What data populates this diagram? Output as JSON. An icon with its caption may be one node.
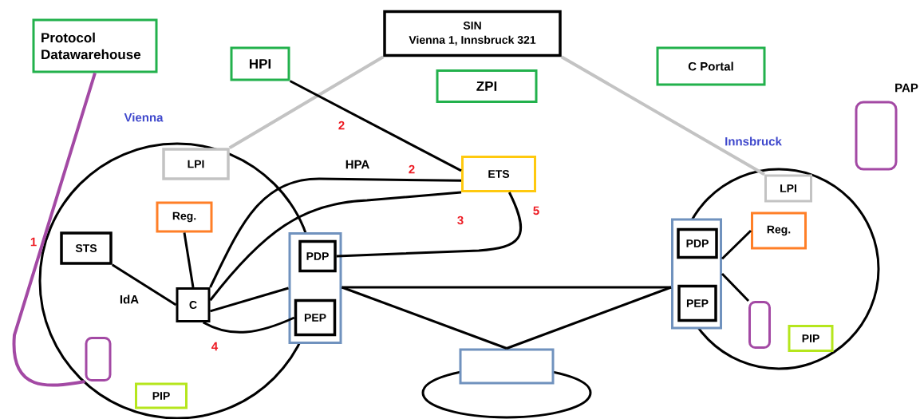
{
  "diagram": {
    "nodes": [
      {
        "text": [
          "Protocol Datawarehouse"
        ]
      },
      {
        "text": [
          "SIN",
          "Vienna 1, Innsbruck 321"
        ]
      },
      {
        "text": [
          "HPI"
        ]
      },
      {
        "text": [
          "ZPI"
        ]
      },
      {
        "text": [
          "C Portal"
        ]
      },
      {
        "text": [
          "PAP"
        ]
      },
      {
        "text": [
          "Vienna"
        ]
      },
      {
        "text": [
          "LPI"
        ],
        "in": 6
      },
      {
        "text": [
          "Reg."
        ],
        "in": 6
      },
      {
        "text": [
          "STS"
        ],
        "in": 6
      },
      {
        "text": [
          "C"
        ],
        "in": 6
      },
      {
        "text": [],
        "shape": "box",
        "in": 6
      },
      {
        "text": [
          "PIP"
        ],
        "in": 6
      },
      {
        "text": [],
        "shape": "box"
      },
      {
        "text": [
          "PDP"
        ],
        "in": 13
      },
      {
        "text": [
          "PEP"
        ],
        "in": 13
      },
      {
        "text": [
          "ETS"
        ]
      },
      {
        "text": [
          "Innsbruck"
        ]
      },
      {
        "text": [
          "LPI"
        ],
        "in": 17
      },
      {
        "text": [],
        "shape": "box"
      },
      {
        "text": [
          "PDP"
        ],
        "in": 19
      },
      {
        "text": [
          "PEP"
        ],
        "in": 19
      },
      {
        "text": [
          "Reg."
        ],
        "in": 17
      },
      {
        "text": [],
        "shape": "box",
        "in": 17
      },
      {
        "text": [
          "PIP"
        ],
        "in": 17
      },
      {
        "text": [],
        "shape": "box"
      }
    ],
    "edges": [
      {
        "from": 0,
        "to": 11,
        "arrow": "none",
        "label": "1",
        "color": "#a349a4"
      },
      {
        "from": 1,
        "to": 7,
        "arrow": "none",
        "color": "#c3c3c3"
      },
      {
        "from": 1,
        "to": 18,
        "arrow": "none",
        "color": "#c3c3c3"
      },
      {
        "from": 2,
        "to": 16,
        "arrow": "none",
        "label": "2"
      },
      {
        "from": 10,
        "to": 16,
        "arrow": "none",
        "label": "2"
      },
      {
        "from": 10,
        "to": 16,
        "arrow": "none",
        "label": "3"
      },
      {
        "from": 14,
        "to": 16,
        "arrow": "none",
        "label": "5"
      },
      {
        "from": 10,
        "to": 13,
        "arrow": "none"
      },
      {
        "from": 10,
        "to": 15,
        "arrow": "none",
        "label": "4"
      },
      {
        "from": 9,
        "to": 10,
        "arrow": "none"
      },
      {
        "from": 8,
        "to": 10,
        "arrow": "none"
      },
      {
        "from": 13,
        "to": 19,
        "arrow": "none"
      },
      {
        "from": 13,
        "to": 25,
        "arrow": "none"
      },
      {
        "from": 19,
        "to": 25,
        "arrow": "none"
      },
      {
        "from": 19,
        "to": 22,
        "arrow": "none"
      },
      {
        "from": 19,
        "to": 23,
        "arrow": "none"
      }
    ],
    "labels": [
      "HPA",
      "IdA"
    ]
  }
}
